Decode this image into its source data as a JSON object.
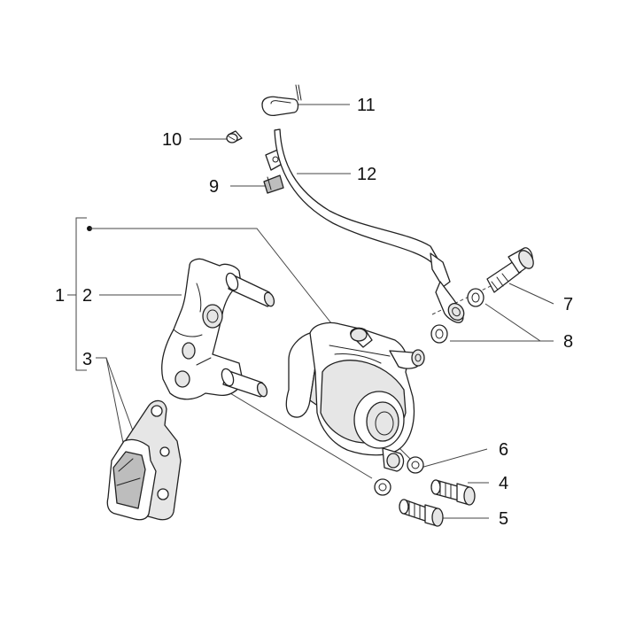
{
  "callouts": {
    "c1": "1",
    "c2": "2",
    "c3": "3",
    "c4": "4",
    "c5": "5",
    "c6": "6",
    "c7": "7",
    "c8": "8",
    "c9": "9",
    "c10": "10",
    "c11": "11",
    "c12": "12"
  },
  "colors": {
    "line": "#222222",
    "shade": "#e6e6e6",
    "dark": "#bdbdbd",
    "background": "#ffffff"
  }
}
